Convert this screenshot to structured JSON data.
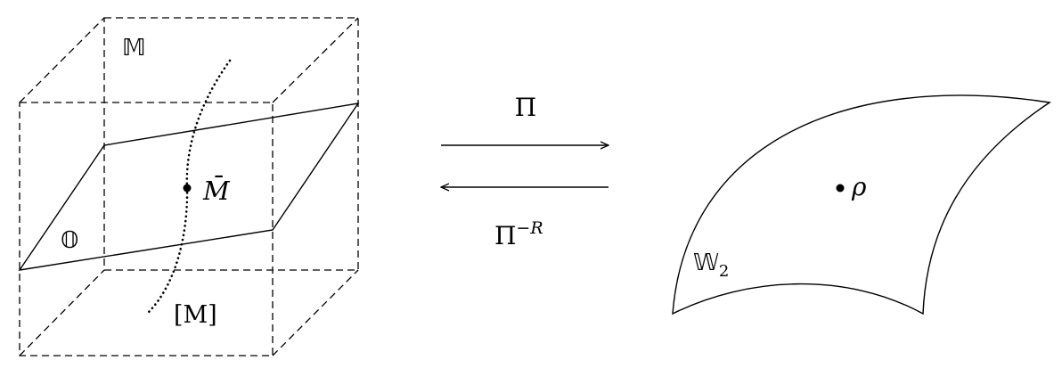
{
  "cube": {
    "label": "𝕄"
  },
  "plane": {
    "label": "𝕆"
  },
  "curve": {
    "point_label": "M̄",
    "bracket_label": "[M]"
  },
  "arrows": {
    "forward_label": "Π",
    "backward_base": "Π",
    "backward_sup": "−R"
  },
  "surface": {
    "label_base": "𝕎",
    "label_sub": "2",
    "point_label": "ρ"
  }
}
